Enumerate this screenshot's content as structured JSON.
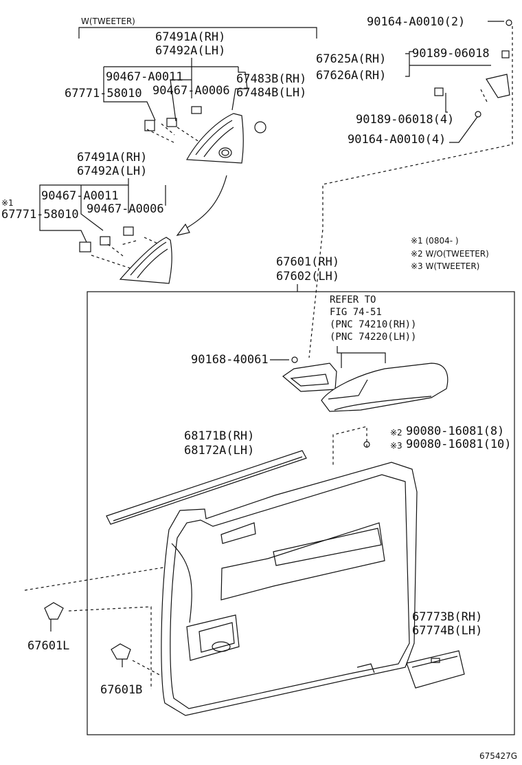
{
  "diagram_id": "675427G",
  "notes": {
    "tweeter_header": "W(TWEETER)",
    "star1_mark": "※1",
    "legend": [
      "※1 (0804-     )",
      "※2 W/O(TWEETER)",
      "※3 W(TWEETER)"
    ]
  },
  "parts": {
    "p90164_top": "90164-A0010(2)",
    "p67625": "67625A(RH)",
    "p67626": "67626A(RH)",
    "p90189_top": "90189-06018",
    "p90189_bottom": "90189-06018(4)",
    "p90164_bottom": "90164-A0010(4)",
    "p67491_top": "67491A(RH)",
    "p67492_top": "67492A(LH)",
    "p90467_a0011_top": "90467-A0011",
    "p67771_top": "67771-58010",
    "p90467_a0006_top": "90467-A0006",
    "p67483": "67483B(RH)",
    "p67484": "67484B(LH)",
    "p67491_mid": "67491A(RH)",
    "p67492_mid": "67492A(LH)",
    "p90467_a0011_mid": "90467-A0011",
    "p90467_a0006_mid": "90467-A0006",
    "p67771_mid": "67771-58010",
    "p67601": "67601(RH)",
    "p67602": "67602(LH)",
    "refer_line1": "REFER TO",
    "refer_line2": "FIG 74-51",
    "refer_line3": "(PNC 74210(RH))",
    "refer_line4": "(PNC 74220(LH))",
    "p90168": "90168-40061",
    "p90080_a": "90080-16081(8)",
    "p90080_b": "90080-16081(10)",
    "star2_mark": "※2",
    "star3_mark": "※3",
    "p68171": "68171B(RH)",
    "p68172": "68172A(LH)",
    "p67601L": "67601L",
    "p67601B": "67601B",
    "p67773": "67773B(RH)",
    "p67774": "67774B(LH)"
  }
}
